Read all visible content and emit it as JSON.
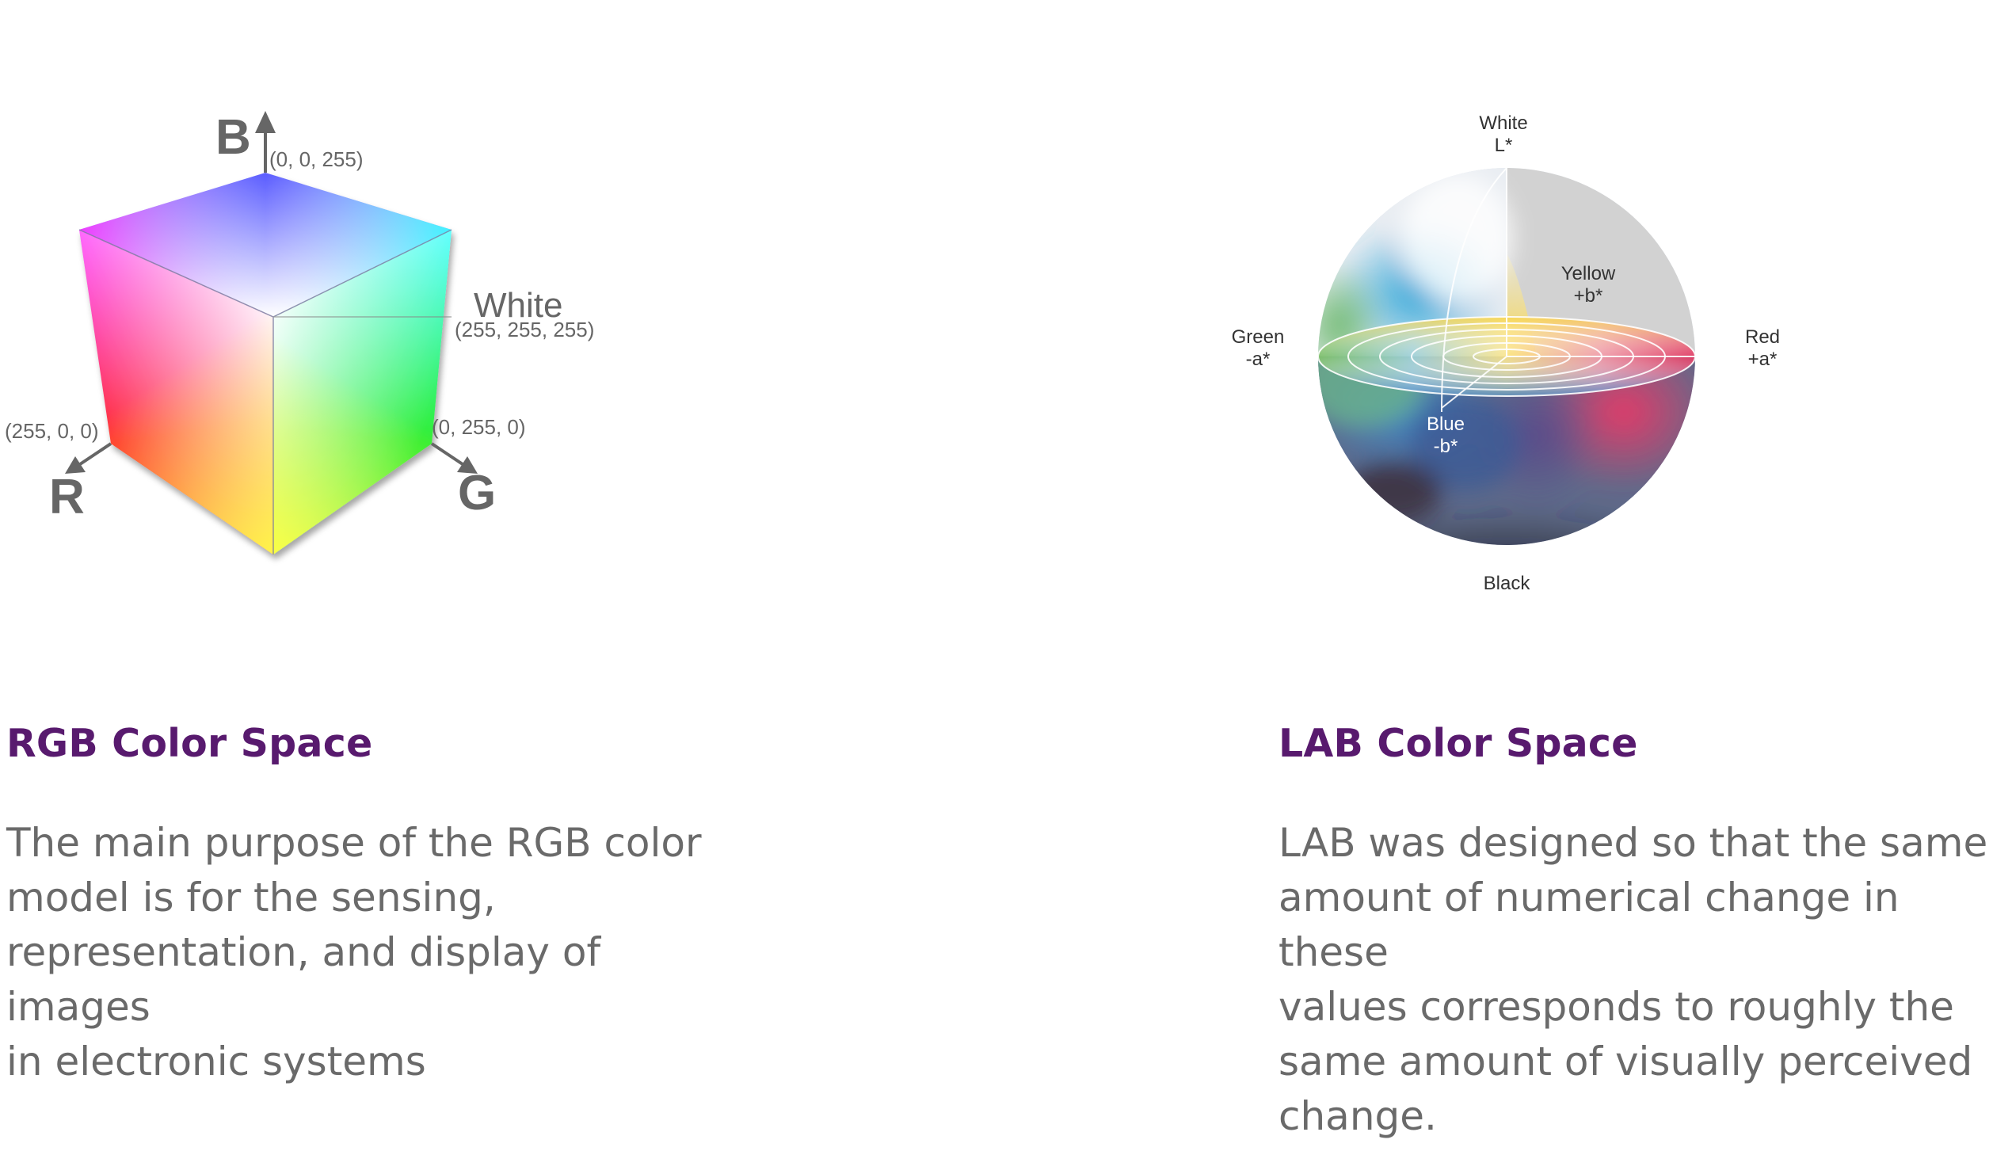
{
  "rgb": {
    "title": "RGB Color Space",
    "description_lines": [
      "The main purpose of the RGB color",
      "model is for the sensing,",
      "representation, and display of images",
      "in electronic systems"
    ],
    "axis_b": "B",
    "axis_r": "R",
    "axis_g": "G",
    "coord_blue": "(0, 0, 255)",
    "white_label": "White",
    "coord_white": "(255, 255, 255)",
    "coord_red": "(255, 0, 0)",
    "coord_green": "(0, 255, 0)"
  },
  "lab": {
    "title": "LAB Color Space",
    "description_lines": [
      "LAB was designed so that the same",
      "amount of numerical change in these",
      "values corresponds to roughly the",
      "same amount of visually perceived",
      "change."
    ],
    "white_label": "White",
    "l_axis": "L*",
    "yellow_label": "Yellow",
    "yellow_axis": "+b*",
    "green_label": "Green",
    "green_axis": "-a*",
    "red_label": "Red",
    "red_axis": "+a*",
    "blue_label": "Blue",
    "blue_axis": "-b*",
    "black_label": "Black"
  },
  "colors": {
    "title": "#581a6e",
    "body_text": "#6a6a6a",
    "axis": "#666666"
  }
}
